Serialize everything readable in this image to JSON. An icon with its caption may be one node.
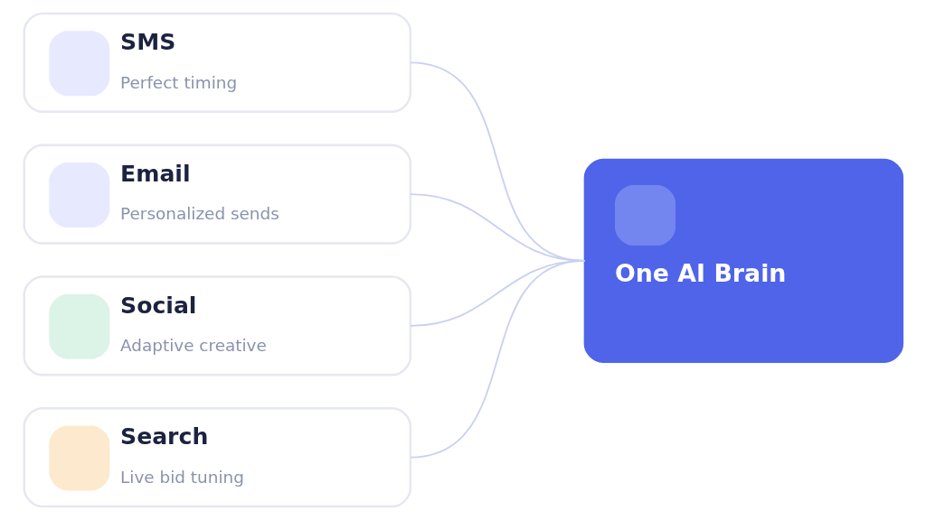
{
  "diagram": {
    "nodes": [
      {
        "text": [
          "SMS",
          "Perfect timing"
        ]
      },
      {
        "text": [
          "Email",
          "Personalized sends"
        ]
      },
      {
        "text": [
          "Social",
          "Adaptive creative"
        ]
      },
      {
        "text": [
          "Search",
          "Live bid tuning"
        ]
      },
      {
        "text": [
          "One AI Brain"
        ]
      }
    ],
    "edges": [
      {
        "from": 0,
        "to": 4,
        "arrow": "none"
      },
      {
        "from": 1,
        "to": 4,
        "arrow": "none"
      },
      {
        "from": 2,
        "to": 4,
        "arrow": "none"
      },
      {
        "from": 3,
        "to": 4,
        "arrow": "none"
      }
    ]
  }
}
